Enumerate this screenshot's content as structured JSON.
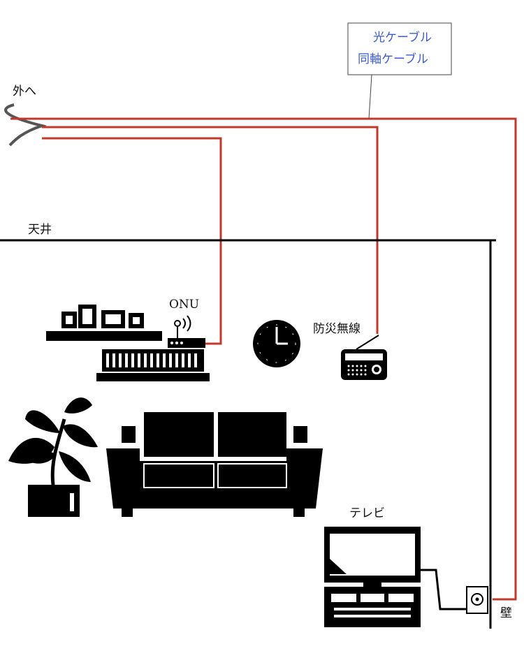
{
  "legend": {
    "line1": "光ケーブル",
    "line2": "同軸ケーブル",
    "color": "#3a5bd6"
  },
  "labels": {
    "outside": "外へ",
    "ceiling": "天井",
    "onu": "ONU",
    "radio": "防災無線",
    "tv": "テレビ",
    "wall": "壁"
  },
  "colors": {
    "cable_red": "#c0392b",
    "cable_grey": "#555555",
    "furniture": "#000000"
  },
  "icons": [
    "shelf-icon",
    "router-icon",
    "radiator-icon",
    "clock-icon",
    "radio-icon",
    "plant-icon",
    "sofa-icon",
    "tv-icon",
    "tv-stand-icon",
    "wall-outlet-icon"
  ]
}
